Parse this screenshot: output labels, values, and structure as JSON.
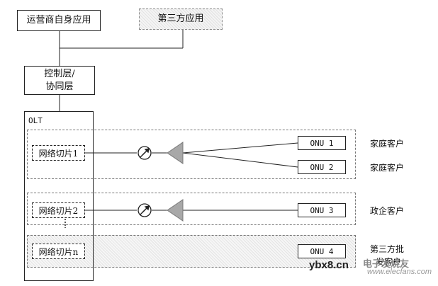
{
  "top": {
    "operator_app": "运营商自身应用",
    "third_party_app": "第三方应用",
    "control_layer": "控制层/\n协同层"
  },
  "olt": {
    "label": "OLT"
  },
  "slices": [
    "网络切片1",
    "网络切片2",
    "网络切片n"
  ],
  "onus": [
    "ONU 1",
    "ONU 2",
    "ONU 3",
    "ONU 4"
  ],
  "customers": [
    "家庭客户",
    "家庭客户",
    "政企客户",
    "第三方批",
    "发客户"
  ],
  "watermark": {
    "left": "ybx8.cn",
    "right": "电子发烧友",
    "url": "www.elecfans.com"
  }
}
